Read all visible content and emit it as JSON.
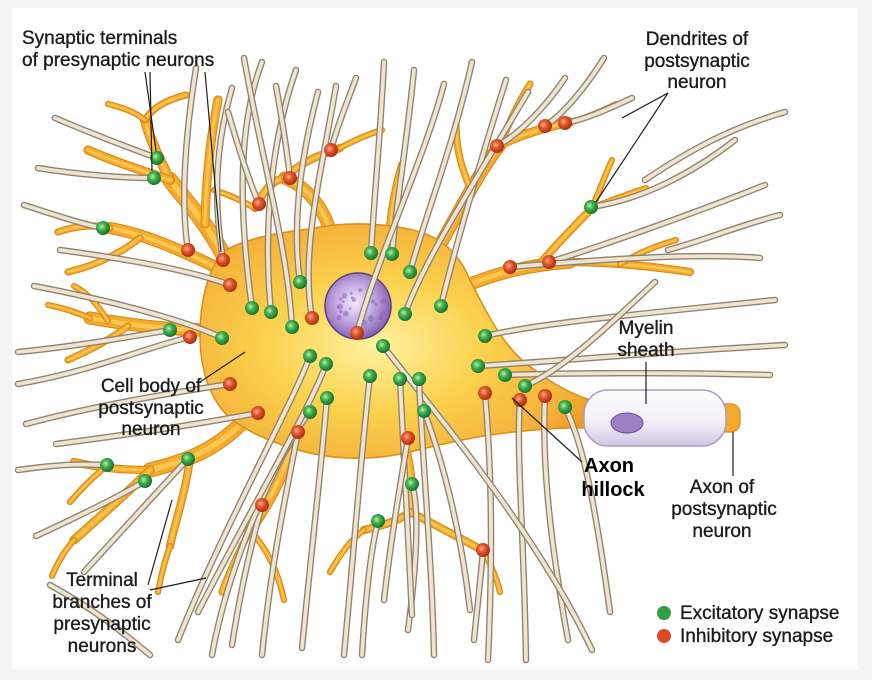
{
  "labels": {
    "synaptic_terminals": [
      "Synaptic terminals",
      "of presynaptic neurons"
    ],
    "dendrites": [
      "Dendrites of",
      "postsynaptic",
      "neuron"
    ],
    "myelin_sheath": [
      "Myelin",
      "sheath"
    ],
    "cell_body": [
      "Cell body of",
      "postsynaptic",
      "neuron"
    ],
    "axon_hillock": [
      "Axon",
      "hillock"
    ],
    "axon": [
      "Axon of",
      "postsynaptic",
      "neuron"
    ],
    "terminal_branches": [
      "Terminal",
      "branches of",
      "presynaptic",
      "neurons"
    ]
  },
  "legend": [
    {
      "label": "Excitatory synapse",
      "color": "#2f9e44",
      "icon": "green-dot"
    },
    {
      "label": "Inhibitory synapse",
      "color": "#dd4b26",
      "icon": "red-dot"
    }
  ]
}
